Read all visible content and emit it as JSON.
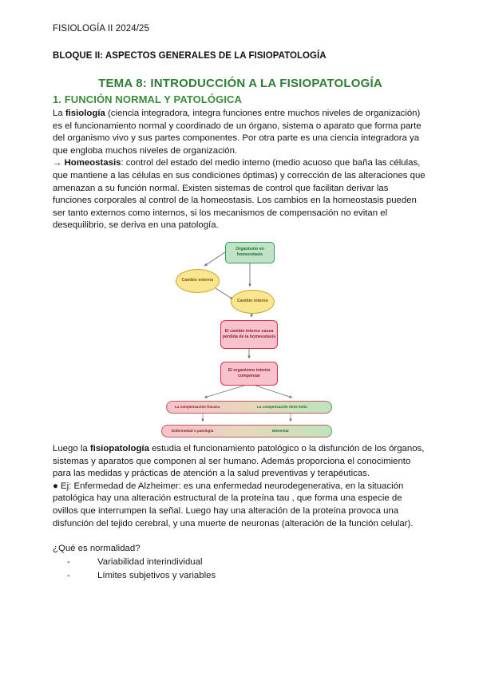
{
  "document": {
    "course_header": "FISIOLOGÍA II  2024/25",
    "bloque_title": "BLOQUE II: ASPECTOS GENERALES DE LA FISIOPATOLOGÍA",
    "tema_title": "TEMA 8: INTRODUCCIÓN A LA FISIOPATOLOGÍA",
    "section_title": "1. FUNCIÓN NORMAL Y PATOLÓGICA"
  },
  "paragraphs": {
    "fisiologia_lead": "La ",
    "fisiologia_bold": "fisiología",
    "fisiologia_rest": " (ciencia integradora, integra funciones entre muchos niveles de organización) es el funcionamiento normal y coordinado de un órgano, sistema o aparato que forma parte del organismo vivo y sus partes componentes. Por otra parte es una ciencia integradora ya que engloba muchos niveles de organización.",
    "homeostasis_arrow": "→ ",
    "homeostasis_bold": "Homeostasis",
    "homeostasis_rest": ": control del estado del medio interno (medio acuoso que baña las células, que mantiene a las células en sus condiciones óptimas) y corrección de las alteraciones que amenazan a su función normal. Existen sistemas de control que facilitan derivar las funciones corporales al control de la homeostasis. Los cambios en la homeostasis pueden ser tanto externos como internos, si los mecanismos de compensación no evitan el desequilibrio, se deriva en una patología.",
    "fisiopatologia_lead": "Luego la ",
    "fisiopatologia_bold": "fisiopatología",
    "fisiopatologia_rest": " estudia el funcionamiento patológico o la disfunción de los órganos, sistemas y aparatos que componen al ser humano. Además proporciona el conocimiento para las medidas y prácticas de atención a la salud preventivas y terapéuticas.",
    "ejemplo": "● Ej: Enfermedad de Alzheimer: es una enfermedad neurodegenerativa, en la situación patológica hay una alteración estructural de la proteína tau , que forma una especie de ovillos que interrumpen la señal. Luego hay una alteración de la proteína provoca una disfunción del tejido cerebral, y una muerte de neuronas (alteración de la función celular).",
    "normalidad_question": "¿Qué es normalidad?"
  },
  "normalidad_items": [
    "Variabilidad interindividual",
    "Límites subjetivos y variables"
  ],
  "diagram": {
    "nodes": {
      "homeostasis": "Organismo en homeostasis",
      "cambio_externo": "Cambio externo",
      "cambio_interno": "Cambio interno",
      "perdida": "El cambio interno causa pérdida de la homeostasis",
      "compensar": "El organismo intenta compensar",
      "compensacion_fracasa": "La compensación fracasa",
      "compensacion_exito": "La compensación tiene éxito",
      "enfermedad": "Enfermedad o patología",
      "bienestar": "Bienestar"
    },
    "colors": {
      "green_fill": "#bfe3c4",
      "green_border": "#2f9e5d",
      "yellow_fill": "#fae68f",
      "yellow_border": "#d2a32a",
      "red_fill": "#f7c2cb",
      "red_border": "#d63347",
      "arrow": "#6e6e6e"
    }
  },
  "theme": {
    "title_green": "#2e7d32",
    "section_green": "#3a8c3a",
    "text_black": "#141414",
    "page_background": "#ffffff"
  }
}
